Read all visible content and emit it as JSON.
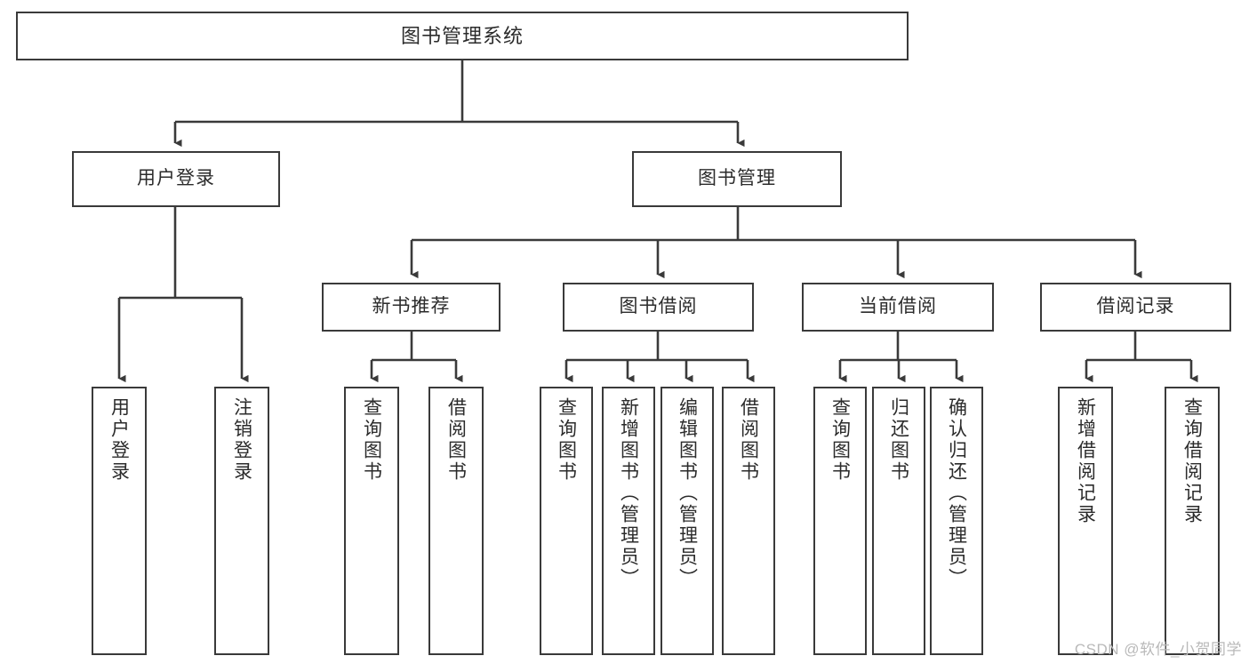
{
  "diagram": {
    "title": "图书管理系统",
    "type": "hierarchy-tree",
    "background_color": "#ffffff",
    "box_border_color": "#3a3a3a",
    "text_color": "#2b2b2b",
    "connector_color": "#3a3a3a"
  },
  "nodes": {
    "root": {
      "label": "图书管理系统",
      "level": 1
    },
    "level2": [
      {
        "id": "user-login",
        "label": "用户登录"
      },
      {
        "id": "book-manage",
        "label": "图书管理"
      }
    ],
    "level3": [
      {
        "id": "new-book-recommend",
        "label": "新书推荐"
      },
      {
        "id": "book-borrow",
        "label": "图书借阅"
      },
      {
        "id": "current-borrow",
        "label": "当前借阅"
      },
      {
        "id": "borrow-record",
        "label": "借阅记录"
      }
    ],
    "leaves": {
      "user-login": [
        {
          "id": "leaf-user-login",
          "label": "用户登录"
        },
        {
          "id": "leaf-logout-login",
          "label": "注销登录"
        }
      ],
      "new-book-recommend": [
        {
          "id": "leaf-query-book-1",
          "label": "查询图书"
        },
        {
          "id": "leaf-borrow-book-1",
          "label": "借阅图书"
        }
      ],
      "book-borrow": [
        {
          "id": "leaf-query-book-2",
          "label": "查询图书"
        },
        {
          "id": "leaf-add-book",
          "label": "新增图书（管理员）"
        },
        {
          "id": "leaf-edit-book",
          "label": "编辑图书（管理员）"
        },
        {
          "id": "leaf-borrow-book-2",
          "label": "借阅图书"
        }
      ],
      "current-borrow": [
        {
          "id": "leaf-query-book-3",
          "label": "查询图书"
        },
        {
          "id": "leaf-return-book",
          "label": "归还图书"
        },
        {
          "id": "leaf-confirm-return",
          "label": "确认归还（管理员）"
        }
      ],
      "borrow-record": [
        {
          "id": "leaf-add-record",
          "label": "新增借阅记录"
        },
        {
          "id": "leaf-query-record",
          "label": "查询借阅记录"
        }
      ]
    }
  },
  "watermark": {
    "text": "CSDN @软件_小贺同学"
  }
}
